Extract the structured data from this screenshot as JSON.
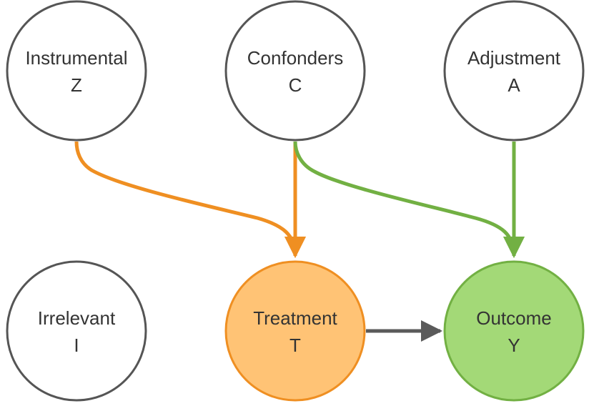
{
  "diagram": {
    "nodes": [
      {
        "id": "instrumental",
        "name": "Instrumental",
        "symbol": "Z",
        "fill": "#ffffff",
        "stroke": "#555555"
      },
      {
        "id": "confounders",
        "name": "Confonders",
        "symbol": "C",
        "fill": "#ffffff",
        "stroke": "#555555"
      },
      {
        "id": "adjustment",
        "name": "Adjustment",
        "symbol": "A",
        "fill": "#ffffff",
        "stroke": "#555555"
      },
      {
        "id": "irrelevant",
        "name": "Irrelevant",
        "symbol": "I",
        "fill": "#ffffff",
        "stroke": "#555555"
      },
      {
        "id": "treatment",
        "name": "Treatment",
        "symbol": "T",
        "fill": "#ffc375",
        "stroke": "#ef8f22"
      },
      {
        "id": "outcome",
        "name": "Outcome",
        "symbol": "Y",
        "fill": "#a3d977",
        "stroke": "#72b043"
      }
    ],
    "edges": [
      {
        "from": "instrumental",
        "to": "treatment",
        "color": "#ef8f22"
      },
      {
        "from": "confounders",
        "to": "treatment",
        "color": "#ef8f22"
      },
      {
        "from": "confounders",
        "to": "outcome",
        "color": "#72b043"
      },
      {
        "from": "adjustment",
        "to": "outcome",
        "color": "#72b043"
      },
      {
        "from": "treatment",
        "to": "outcome",
        "color": "#5a5a5a"
      }
    ]
  }
}
